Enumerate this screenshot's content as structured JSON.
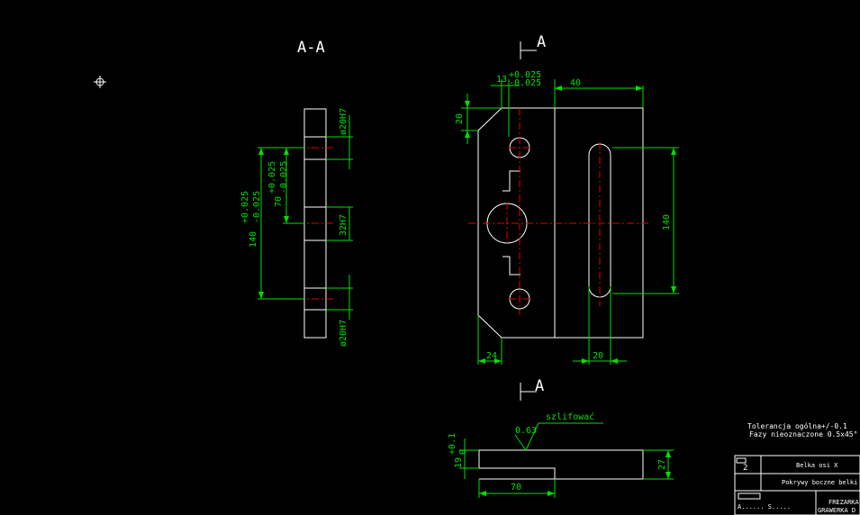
{
  "section": {
    "title": "A-A",
    "marker_letter": "A"
  },
  "dims": {
    "top_offset": "13",
    "top_offset_tol_upper": "+0.025",
    "top_offset_tol_lower": "-0.025",
    "width_40": "40",
    "height_20": "20",
    "height_140": "140",
    "width_24": "24",
    "width_20": "20",
    "side_140": "140",
    "side_140_tol_upper": "+0.025",
    "side_140_tol_lower": "-0.025",
    "side_70": "70",
    "side_70_tol_upper": "+0.025",
    "side_70_tol_lower": "-0.025",
    "hole_top": "ø20H7",
    "hole_mid": "32H7",
    "hole_bottom": "ø20H7",
    "bottom_len": "70",
    "bottom_h": "27",
    "bottom_step": "19",
    "bottom_step_tol_upper": "+0.1",
    "bottom_step_tol_lower": "0",
    "roughness": "0.63",
    "grind_note": "szlifować"
  },
  "notes": {
    "tolerance": "Tolerancja ogólna+/-0.1",
    "chamfer": "Fazy nieoznaczone 0.5x45°"
  },
  "title_block": {
    "sheet": "2",
    "part_name": "Belka osi X",
    "description": "Pokrywy boczne belki",
    "scale": "A...... S.....",
    "operation_1": "FREZARKA",
    "operation_2": "GRAWERKA D"
  }
}
